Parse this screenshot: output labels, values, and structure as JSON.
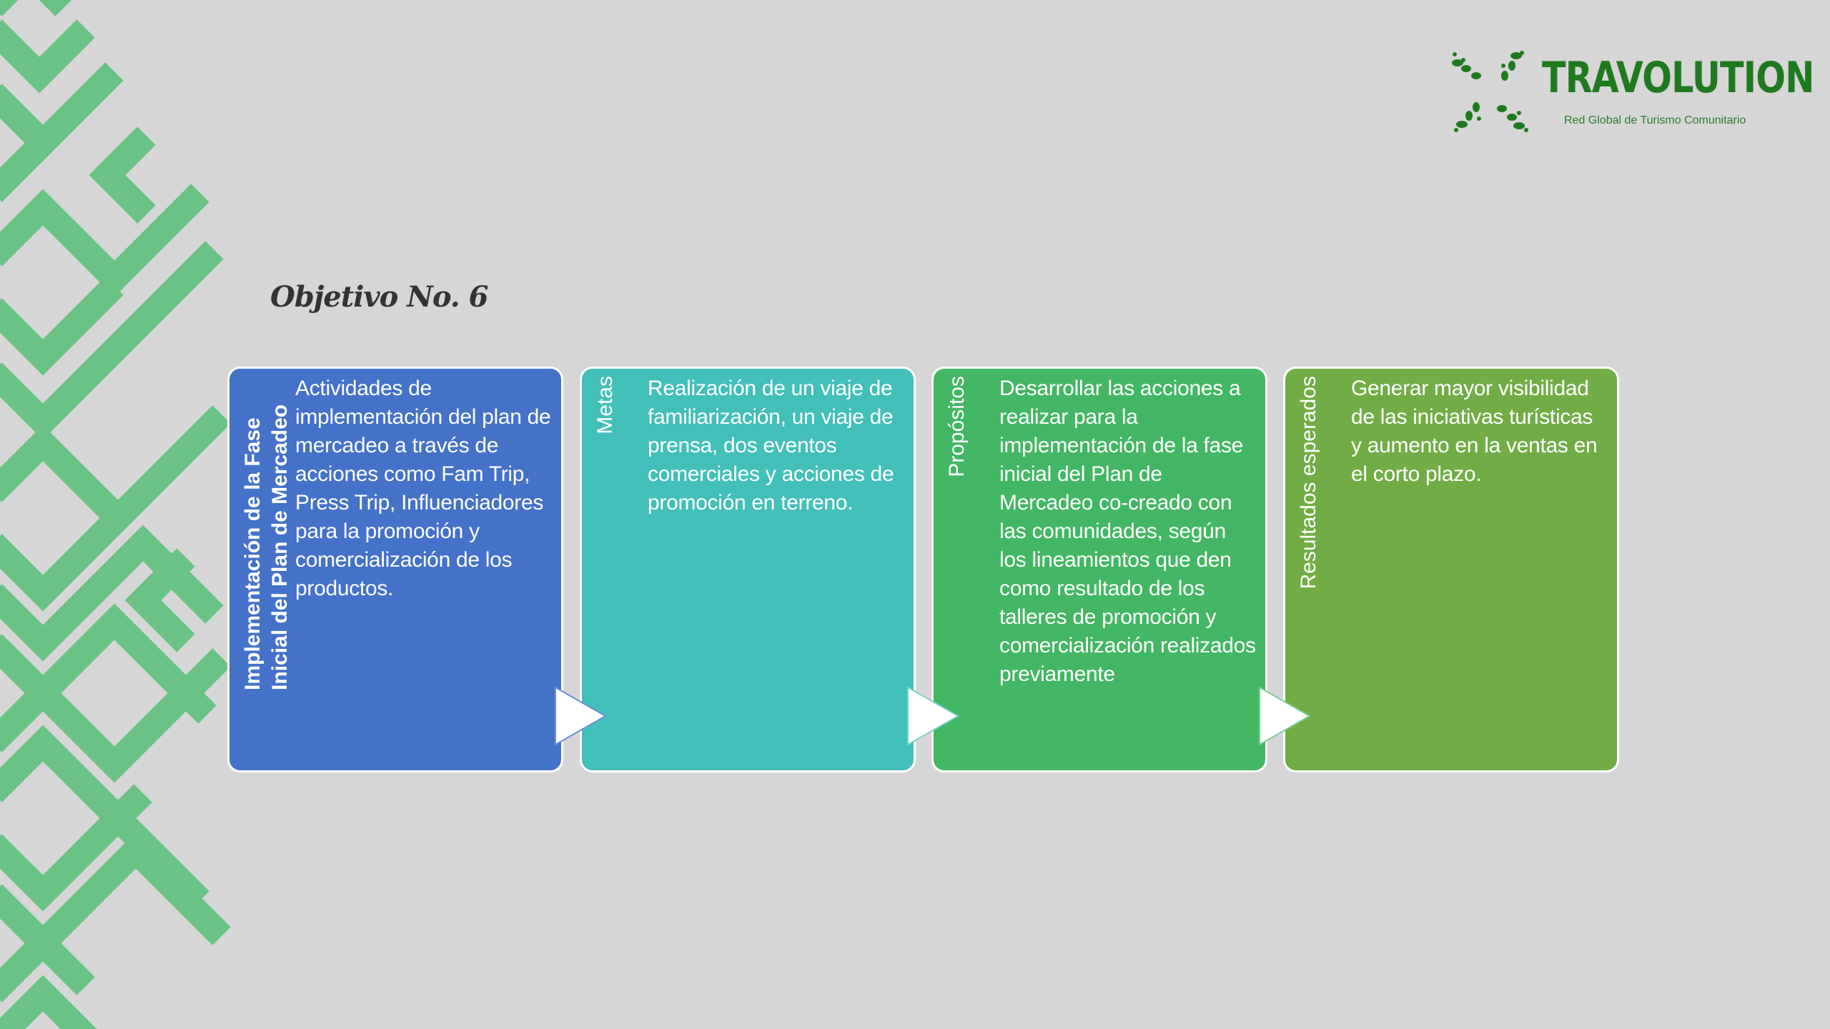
{
  "logo": {
    "name": "TRAVOLUTION",
    "tagline": "Red Global de Turismo Comunitario",
    "mark_icon": "footprints-icon",
    "color": "#1f7a1f"
  },
  "title": "Objetivo No. 6",
  "cards": [
    {
      "label": "Implementación de la Fase Inicial del Plan de Mercadeo",
      "text": "Actividades de implementación del plan de mercadeo a través de acciones como Fam Trip, Press Trip, Influenciadores para la promoción y comercialización de los productos.",
      "color": "#4472c8"
    },
    {
      "label": "Metas",
      "text": "Realización de un viaje de familiarización, un viaje de prensa, dos eventos comerciales y acciones de promoción en terreno.",
      "color": "#43bfb9"
    },
    {
      "label": "Propósitos",
      "text": "Desarrollar las acciones a realizar para la implementación de la fase inicial del Plan de Mercadeo co-creado con las comunidades, según los lineamientos que den como resultado de los talleres de promoción y comercialización realizados previamente",
      "color": "#44b764"
    },
    {
      "label": "Resultados esperados",
      "text": "Generar mayor visibilidad de las iniciativas turísticas y aumento en la ventas en el corto plazo.",
      "color": "#71ad47"
    }
  ],
  "arrow_icon": "play-arrow-icon",
  "pattern_color": "#6ac384",
  "background": "#d6d6d6"
}
